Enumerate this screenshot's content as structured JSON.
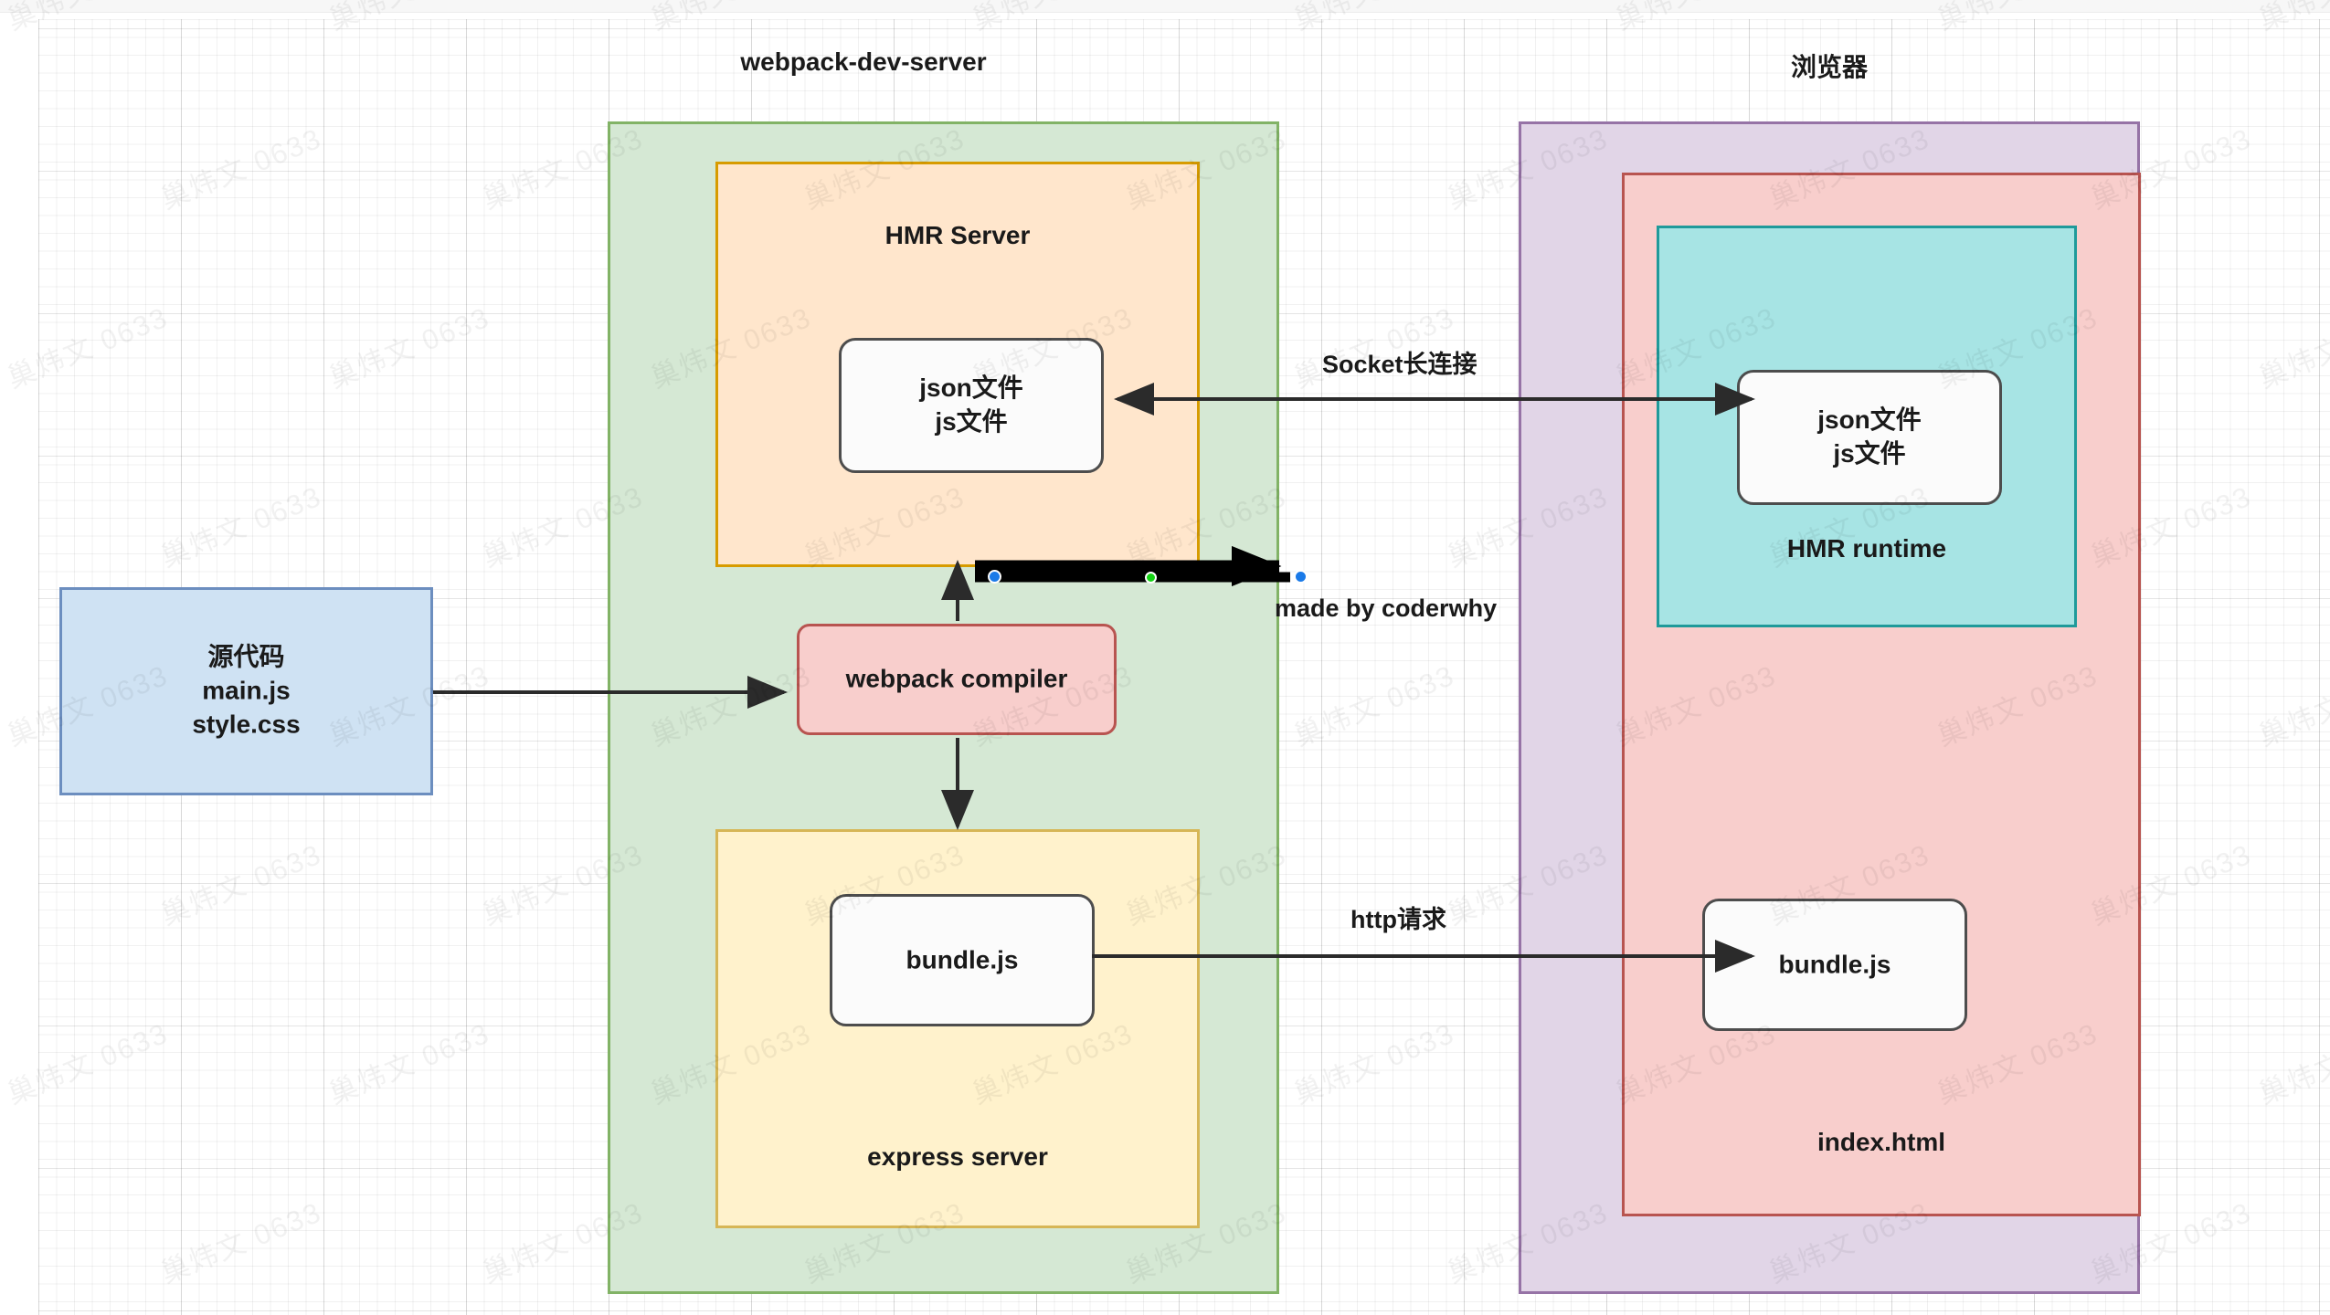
{
  "diagram": {
    "title_server": "webpack-dev-server",
    "title_browser": "浏览器",
    "watermark_text": "巢炜文 0633",
    "nodes": {
      "source_code": "源代码\nmain.js\nstyle.css",
      "hmr_server": "HMR Server",
      "hmr_server_files": "json文件\njs文件",
      "webpack_compiler": "webpack compiler",
      "express_server": "express server",
      "bundle_server": "bundle.js",
      "hmr_runtime": "HMR runtime",
      "hmr_runtime_files": "json文件\njs文件",
      "bundle_browser": "bundle.js",
      "index_html": "index.html"
    },
    "edges": {
      "socket": "Socket长连接",
      "http": "http请求",
      "selected_annotation": "made by coderwhy"
    },
    "colors": {
      "green_fill": "#d5e8d4",
      "green_stroke": "#82b366",
      "orange_fill": "#ffe6cc",
      "orange_stroke": "#d79b00",
      "yellow_fill": "#fff2cc",
      "yellow_stroke": "#d6b656",
      "purple_fill": "#e1d5e7",
      "purple_stroke": "#9673a6",
      "pink_fill": "#f8cecc",
      "pink_stroke": "#b85450",
      "cyan_fill": "#a7e4e4",
      "cyan_stroke": "#1f9a9a",
      "blue_fill": "#cfe2f3",
      "blue_stroke": "#6c8ebf",
      "node_stroke": "#4d4d4d",
      "selection_handle": "#1a7ae8",
      "selection_midpoint": "#14d314"
    }
  }
}
